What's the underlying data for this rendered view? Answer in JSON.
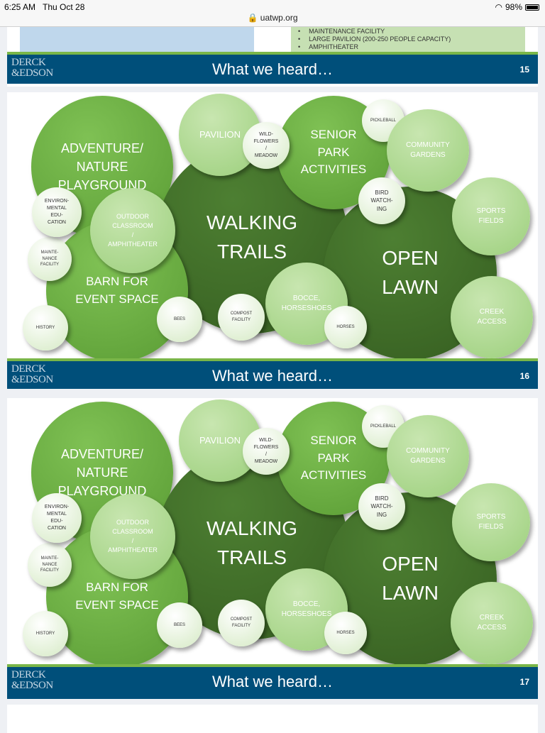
{
  "status": {
    "time": "6:25 AM",
    "date": "Thu Oct 28",
    "url": "uatwp.org",
    "battery": "98%"
  },
  "slide15": {
    "bullets": [
      "MAINTENANCE FACILITY",
      "LARGE PAVILION (200-250 PEOPLE CAPACITY)",
      "AMPHITHEATER"
    ],
    "title": "What we heard…",
    "number": "15"
  },
  "logo": {
    "line1": "DERCK",
    "line2": "&EDSON"
  },
  "bubbles": [
    "ADVENTURE/\nNATURE\nPLAYGROUND",
    "WALKING\nTRAILS",
    "OPEN\nLAWN",
    "SENIOR\nPARK\nACTIVITIES",
    "BARN FOR\nEVENT SPACE",
    "PAVILION",
    "WILD-\nFLOWERS\n/\nMEADOW",
    "PICKLEBALL",
    "COMMUNITY\nGARDENS",
    "BIRD\nWATCH-\nING",
    "SPORTS\nFIELDS",
    "CREEK\nACCESS",
    "BOCCE,\nHORSESHOES",
    "HORSES",
    "COMPOST\nFACILITY",
    "BEES",
    "HISTORY",
    "MAINTE-\nNANCE\nFACILITY",
    "ENVIRON-\nMENTAL\nEDU-\nCATION",
    "OUTDOOR\nCLASSROOM\n/\nAMPHITHEATER"
  ],
  "slide16": {
    "title": "What we heard…",
    "number": "16"
  },
  "slide17": {
    "title": "What we heard…",
    "number": "17"
  },
  "colors": {
    "banner": "#004f7a",
    "accent": "#7ab648",
    "dark": "#3f6b27",
    "mid": "#6db044",
    "light": "#b5dc9a",
    "pale": "#eef6e6"
  }
}
